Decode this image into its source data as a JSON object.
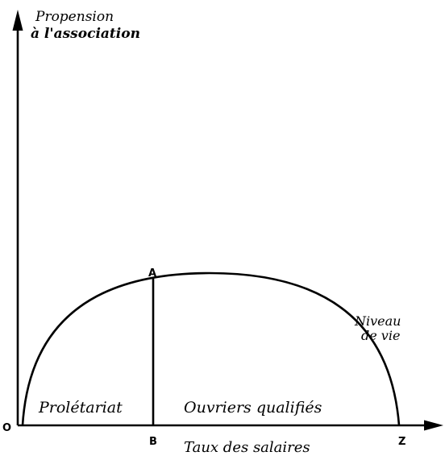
{
  "diagram": {
    "y_axis_label_line1": "Propension",
    "y_axis_label_line2": "à l'association",
    "x_axis_label": "Taux des salaires",
    "curve_label_line1": "Niveau",
    "curve_label_line2": "de vie",
    "region_left_label": "Prolétariat",
    "region_right_label": "Ouvriers qualifiés",
    "point_origin": "O",
    "point_a": "A",
    "point_b": "B",
    "point_z": "Z",
    "line_color": "#000000",
    "background_color": "#ffffff"
  }
}
